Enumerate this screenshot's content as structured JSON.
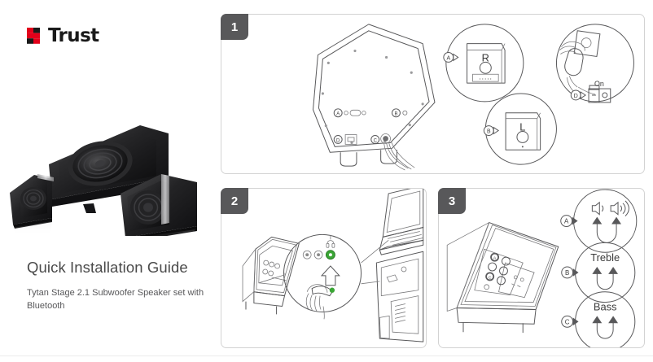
{
  "brand": {
    "name": "Trust",
    "logo_mark_color": "#e2001a",
    "logo_text_color": "#1a1a1a",
    "logo_icon": "trust-arrow-icon"
  },
  "document": {
    "headline": "Quick Installation Guide",
    "subhead": "Tytan Stage 2.1 Subwoofer Speaker set with Bluetooth"
  },
  "product_photo": {
    "icon": "speaker-set-photo",
    "alt": "Tytan Stage 2.1 subwoofer speaker set"
  },
  "panels": [
    {
      "number": "1",
      "name": "panel-connect-speakers",
      "callouts": [
        {
          "key": "A",
          "label": "R",
          "icon": "right-speaker-icon"
        },
        {
          "key": "B",
          "label": "L",
          "icon": "left-speaker-icon"
        },
        {
          "key": "C",
          "label": "",
          "icon": "wall-plug-icon"
        },
        {
          "key": "D",
          "label": "On",
          "icon": "power-switch-icon"
        }
      ],
      "connector_labels": [
        "A",
        "B",
        "D",
        "C"
      ]
    },
    {
      "number": "2",
      "name": "panel-connect-audio-jack",
      "jacks": [
        {
          "icon": "mic-jack-icon",
          "color": "#8a8a8a",
          "active": false
        },
        {
          "icon": "line-in-jack-icon",
          "color": "#8a8a8a",
          "active": false
        },
        {
          "icon": "line-out-jack-icon",
          "color": "#3aa635",
          "active": true
        }
      ]
    },
    {
      "number": "3",
      "name": "panel-adjust-controls",
      "controls": [
        {
          "key": "A",
          "label": "",
          "icon": "volume-knob-icon"
        },
        {
          "key": "B",
          "label": "Treble",
          "icon": "treble-knob-icon"
        },
        {
          "key": "C",
          "label": "Bass",
          "icon": "bass-knob-icon"
        }
      ]
    }
  ],
  "colors": {
    "badge_bg": "#58585a",
    "panel_border": "#d3d3d3",
    "line_art": "#58585a",
    "accent_green": "#3aa635",
    "brand_red": "#e2001a"
  }
}
